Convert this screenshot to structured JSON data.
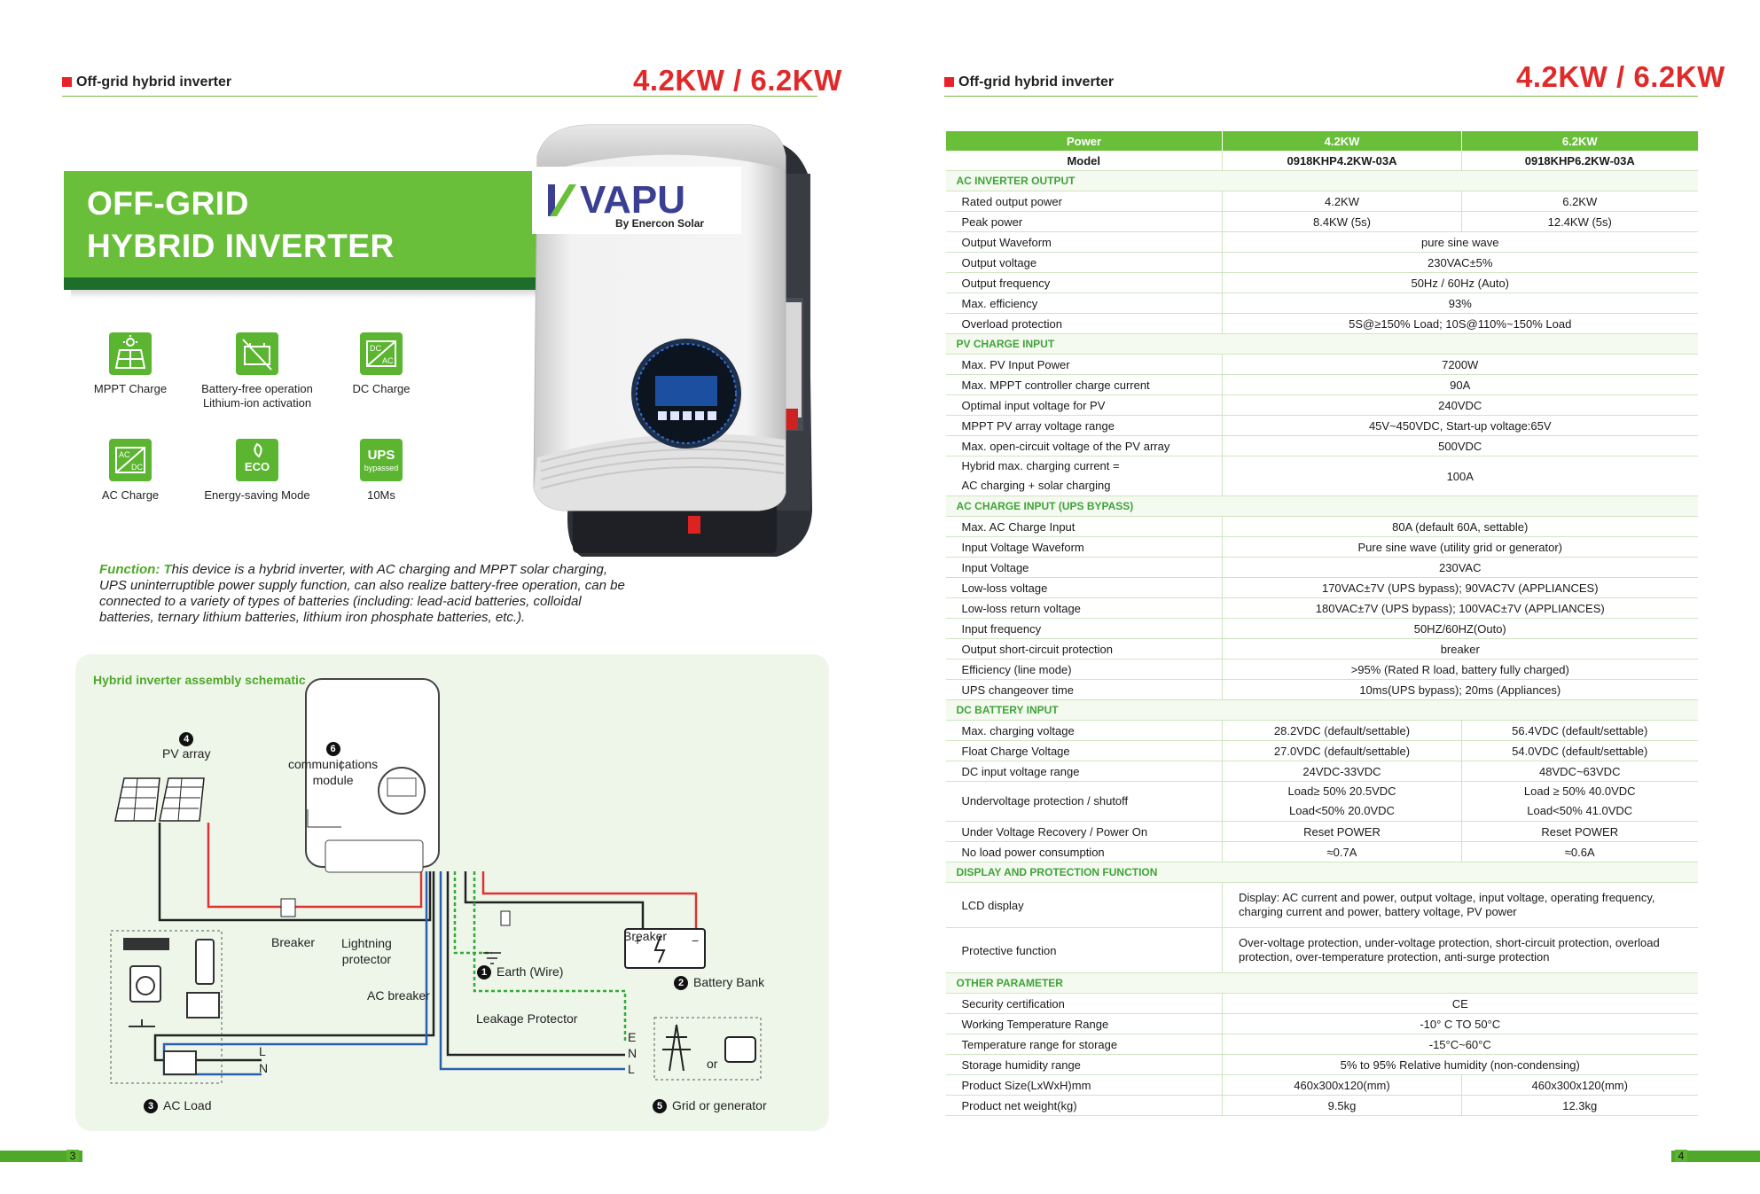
{
  "left": {
    "header": {
      "title": "Off-grid hybrid inverter",
      "power": "4.2KW / 6.2KW"
    },
    "banner": {
      "line1": "OFF-GRID",
      "line2": "HYBRID INVERTER"
    },
    "brand": {
      "name": "VAPU",
      "sub": "By Enercon Solar"
    },
    "features": [
      {
        "icon": "solar-panel-icon",
        "label": "MPPT Charge"
      },
      {
        "icon": "battery-crossed-icon",
        "label": "Battery-free operation\nLithium-ion activation"
      },
      {
        "icon": "dc-ac-icon",
        "label": "DC Charge",
        "top": "DC",
        "bottom": "AC"
      },
      {
        "icon": "ac-dc-icon",
        "label": "AC Charge",
        "top": "AC",
        "bottom": "DC"
      },
      {
        "icon": "eco-leaf-icon",
        "label": "Energy-saving Mode",
        "text": "ECO"
      },
      {
        "icon": "ups-icon",
        "label": "10Ms",
        "text": "UPS",
        "sub": "bypassed"
      }
    ],
    "function": {
      "lead": "Function: T",
      "text": "his device is a hybrid inverter, with AC charging and MPPT solar charging, UPS uninterruptible power supply function, can also realize battery-free operation, can be connected to a variety of types of batteries (including: lead-acid batteries, colloidal batteries, ternary lithium batteries, lithium iron phosphate batteries, etc.)."
    },
    "schematic": {
      "title": "Hybrid inverter assembly schematic",
      "pv_num": "4",
      "pv": "PV array",
      "comm_num": "6",
      "comm": "communications\nmodule",
      "breaker1": "Breaker",
      "lightning": "Lightning\nprotector",
      "breaker2": "Breaker",
      "earth_num": "1",
      "earth": "Earth (Wire)",
      "battery_num": "2",
      "battery": "Battery Bank",
      "ac_breaker": "AC breaker",
      "leakage": "Leakage Protector",
      "load_num": "3",
      "load": "AC Load",
      "grid_num": "5",
      "grid": "Grid or generator",
      "L": "L",
      "N": "N",
      "E": "E",
      "or": "or"
    },
    "page_number": "3"
  },
  "right": {
    "header": {
      "title": "Off-grid hybrid inverter",
      "power": "4.2KW / 6.2KW"
    },
    "table": {
      "head": [
        "Power",
        "4.2KW",
        "6.2KW"
      ],
      "model": [
        "Model",
        "0918KHP4.2KW-03A",
        "0918KHP6.2KW-03A"
      ],
      "sections": [
        {
          "title": "AC INVERTER OUTPUT",
          "rows": [
            [
              "Rated output power",
              "4.2KW",
              "6.2KW"
            ],
            [
              "Peak power",
              "8.4KW (5s)",
              "12.4KW (5s)"
            ],
            [
              "Output Waveform",
              "pure sine wave"
            ],
            [
              "Output voltage",
              "230VAC±5%"
            ],
            [
              "Output frequency",
              "50Hz / 60Hz (Auto)"
            ],
            [
              "Max. efficiency",
              "93%"
            ],
            [
              "Overload protection",
              "5S@≥150% Load;      10S@110%~150% Load"
            ]
          ]
        },
        {
          "title": "PV CHARGE INPUT",
          "rows": [
            [
              "Max. PV Input Power",
              "7200W"
            ],
            [
              "Max. MPPT controller charge current",
              "90A"
            ],
            [
              "Optimal input voltage for PV",
              "240VDC"
            ],
            [
              "MPPT PV array voltage range",
              "45V~450VDC,    Start-up voltage:65V"
            ],
            [
              "Max. open-circuit voltage of the PV array",
              "500VDC"
            ],
            [
              "Hybrid max. charging current =\nAC charging + solar charging",
              "100A"
            ]
          ]
        },
        {
          "title": "AC CHARGE INPUT (UPS BYPASS)",
          "rows": [
            [
              "Max. AC Charge Input",
              "80A (default 60A, settable)"
            ],
            [
              "Input Voltage Waveform",
              "Pure sine wave (utility grid or generator)"
            ],
            [
              "Input Voltage",
              "230VAC"
            ],
            [
              "Low-loss voltage",
              "170VAC±7V (UPS bypass);   90VAC7V (APPLIANCES)"
            ],
            [
              "Low-loss return voltage",
              "180VAC±7V (UPS bypass);    100VAC±7V (APPLIANCES)"
            ],
            [
              "Input frequency",
              "50HZ/60HZ(Outo)"
            ],
            [
              "Output short-circuit protection",
              "breaker"
            ],
            [
              "Efficiency (line mode)",
              ">95% (Rated R load, battery fully charged)"
            ],
            [
              "UPS changeover time",
              "10ms(UPS bypass);  20ms  (Appliances)"
            ]
          ]
        },
        {
          "title": "DC BATTERY INPUT",
          "rows": [
            [
              "Max. charging voltage",
              "28.2VDC  (default/settable)",
              "56.4VDC  (default/settable)"
            ],
            [
              "Float Charge Voltage",
              "27.0VDC  (default/settable)",
              "54.0VDC  (default/settable)"
            ],
            [
              "DC input voltage range",
              "24VDC-33VDC",
              "48VDC~63VDC"
            ],
            [
              "Undervoltage protection / shutoff",
              "Load≥ 50% 20.5VDC\nLoad<50% 20.0VDC",
              "Load ≥ 50% 40.0VDC\nLoad<50% 41.0VDC"
            ],
            [
              "Under Voltage Recovery / Power On",
              "Reset POWER",
              "Reset POWER"
            ],
            [
              "No load power consumption",
              "≈0.7A",
              "≈0.6A"
            ]
          ]
        },
        {
          "title": "DISPLAY AND PROTECTION FUNCTION",
          "rows": [
            [
              "LCD display",
              "Display: AC current and power, output voltage, input voltage, operating frequency, charging current and power, battery voltage, PV power"
            ],
            [
              "Protective function",
              "Over-voltage protection, under-voltage protection, short-circuit protection, overload protection, over-temperature protection, anti-surge protection"
            ]
          ]
        },
        {
          "title": "OTHER PARAMETER",
          "rows": [
            [
              "Security certification",
              "CE"
            ],
            [
              "Working Temperature Range",
              "-10° C TO 50°C"
            ],
            [
              "Temperature range for storage",
              "-15°C~60°C"
            ],
            [
              "Storage humidity range",
              "5% to 95% Relative humidity (non-condensing)"
            ],
            [
              "Product Size(LxWxH)mm",
              "460x300x120(mm)",
              "460x300x120(mm)"
            ],
            [
              "Product net weight(kg)",
              "9.5kg",
              "12.3kg"
            ]
          ]
        }
      ]
    },
    "page_number": "4"
  },
  "colors": {
    "green": "#6abf3a",
    "dark_green": "#1d6e2a",
    "red": "#e02a2a",
    "section_green": "#3fa33a"
  }
}
